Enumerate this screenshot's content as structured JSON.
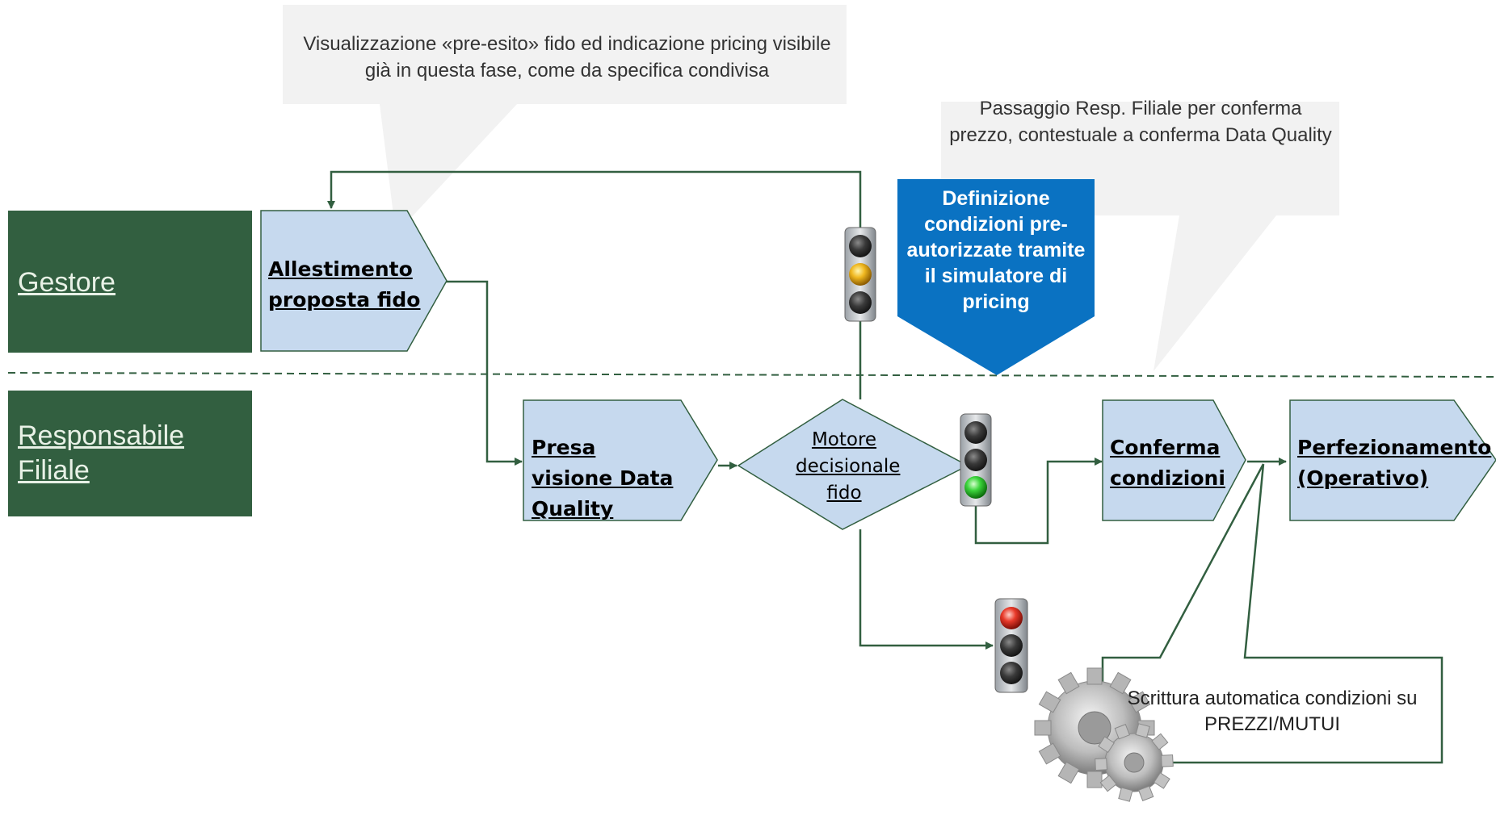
{
  "lanes": {
    "gestore": "Gestore",
    "responsabile_filiale": "Responsabile Filiale"
  },
  "steps": {
    "allestimento": "Allestimento proposta fido",
    "presa_visione": "Presa visione Data Quality",
    "motore": "Motore decisionale fido",
    "conferma": "Conferma condizioni",
    "perfezionamento": "Perfezionamento (Operativo)"
  },
  "callouts": {
    "pre_esito": "Visualizzazione «pre-esito» fido ed indicazione pricing visibile già in questa fase, come da specifica condivisa",
    "passaggio": "Passaggio Resp. Filiale per conferma prezzo, contestuale a conferma Data Quality",
    "definizione": "Definizione condizioni pre-autorizzate tramite il simulatore di pricing",
    "scrittura": "Scrittura automatica condizioni su PREZZI/MUTUI"
  },
  "traffic_lights": {
    "top": "yellow",
    "right": "green",
    "bottom": "red"
  },
  "colors": {
    "lane_fill": "#325f40",
    "step_fill": "#c6d9ee",
    "connector": "#325f40",
    "callout_fill": "#f2f2f2",
    "blue_callout": "#0a72c2"
  },
  "icons": [
    "gears-icon",
    "traffic-light-icon"
  ]
}
